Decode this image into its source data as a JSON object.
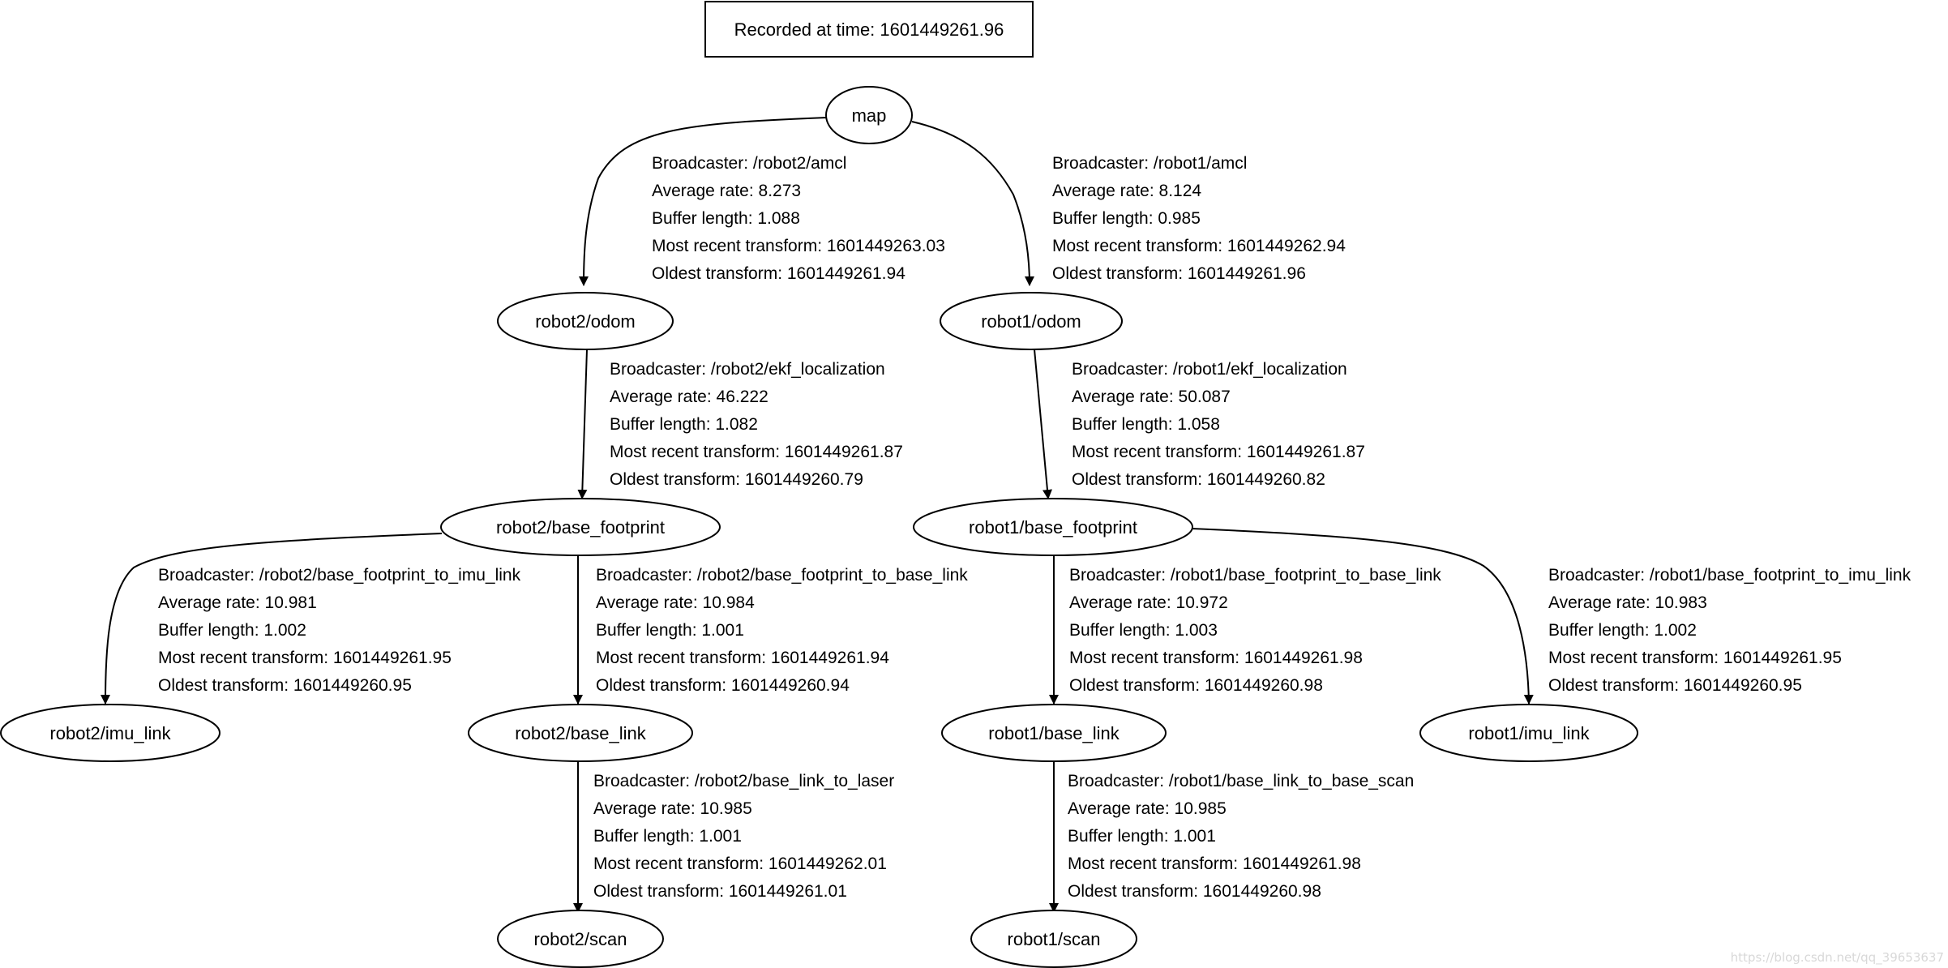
{
  "header": {
    "recorded_label": "Recorded at time: 1601449261.96"
  },
  "nodes": {
    "map": "map",
    "robot2_odom": "robot2/odom",
    "robot1_odom": "robot1/odom",
    "robot2_base_footprint": "robot2/base_footprint",
    "robot1_base_footprint": "robot1/base_footprint",
    "robot2_imu_link": "robot2/imu_link",
    "robot2_base_link": "robot2/base_link",
    "robot1_base_link": "robot1/base_link",
    "robot1_imu_link": "robot1/imu_link",
    "robot2_scan": "robot2/scan",
    "robot1_scan": "robot1/scan"
  },
  "edges": {
    "map_robot2_odom": {
      "broadcaster": "Broadcaster: /robot2/amcl",
      "rate": "Average rate: 8.273",
      "buffer": "Buffer length: 1.088",
      "recent": "Most recent transform: 1601449263.03",
      "oldest": "Oldest transform: 1601449261.94"
    },
    "map_robot1_odom": {
      "broadcaster": "Broadcaster: /robot1/amcl",
      "rate": "Average rate: 8.124",
      "buffer": "Buffer length: 0.985",
      "recent": "Most recent transform: 1601449262.94",
      "oldest": "Oldest transform: 1601449261.96"
    },
    "robot2_odom_footprint": {
      "broadcaster": "Broadcaster: /robot2/ekf_localization",
      "rate": "Average rate: 46.222",
      "buffer": "Buffer length: 1.082",
      "recent": "Most recent transform: 1601449261.87",
      "oldest": "Oldest transform: 1601449260.79"
    },
    "robot1_odom_footprint": {
      "broadcaster": "Broadcaster: /robot1/ekf_localization",
      "rate": "Average rate: 50.087",
      "buffer": "Buffer length: 1.058",
      "recent": "Most recent transform: 1601449261.87",
      "oldest": "Oldest transform: 1601449260.82"
    },
    "robot2_footprint_imu": {
      "broadcaster": "Broadcaster: /robot2/base_footprint_to_imu_link",
      "rate": "Average rate: 10.981",
      "buffer": "Buffer length: 1.002",
      "recent": "Most recent transform: 1601449261.95",
      "oldest": "Oldest transform: 1601449260.95"
    },
    "robot2_footprint_base": {
      "broadcaster": "Broadcaster: /robot2/base_footprint_to_base_link",
      "rate": "Average rate: 10.984",
      "buffer": "Buffer length: 1.001",
      "recent": "Most recent transform: 1601449261.94",
      "oldest": "Oldest transform: 1601449260.94"
    },
    "robot1_footprint_base": {
      "broadcaster": "Broadcaster: /robot1/base_footprint_to_base_link",
      "rate": "Average rate: 10.972",
      "buffer": "Buffer length: 1.003",
      "recent": "Most recent transform: 1601449261.98",
      "oldest": "Oldest transform: 1601449260.98"
    },
    "robot1_footprint_imu": {
      "broadcaster": "Broadcaster: /robot1/base_footprint_to_imu_link",
      "rate": "Average rate: 10.983",
      "buffer": "Buffer length: 1.002",
      "recent": "Most recent transform: 1601449261.95",
      "oldest": "Oldest transform: 1601449260.95"
    },
    "robot2_base_scan": {
      "broadcaster": "Broadcaster: /robot2/base_link_to_laser",
      "rate": "Average rate: 10.985",
      "buffer": "Buffer length: 1.001",
      "recent": "Most recent transform: 1601449262.01",
      "oldest": "Oldest transform: 1601449261.01"
    },
    "robot1_base_scan": {
      "broadcaster": "Broadcaster: /robot1/base_link_to_base_scan",
      "rate": "Average rate: 10.985",
      "buffer": "Buffer length: 1.001",
      "recent": "Most recent transform: 1601449261.98",
      "oldest": "Oldest transform: 1601449260.98"
    }
  },
  "watermark": "https://blog.csdn.net/qq_39653637"
}
